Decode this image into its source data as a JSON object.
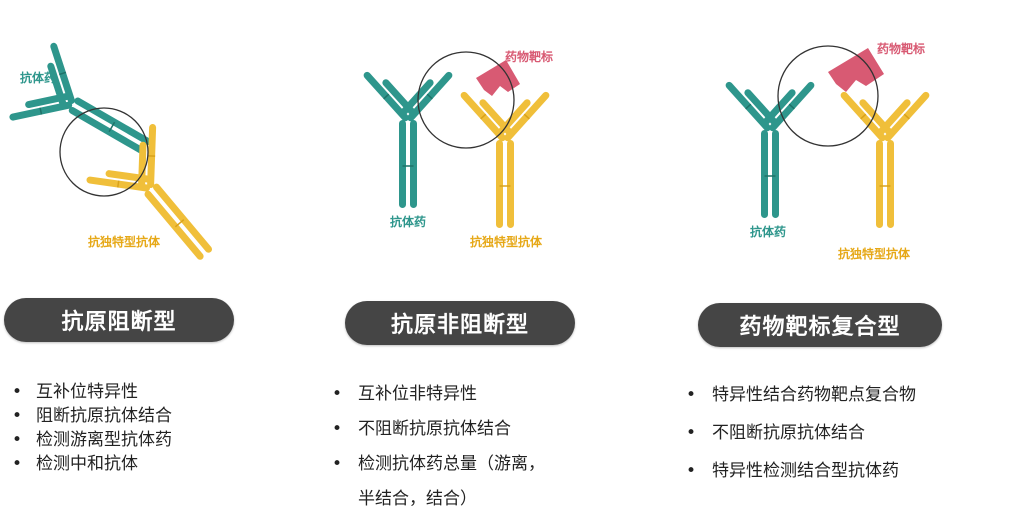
{
  "panels": [
    {
      "title": "抗原阻断型",
      "labels": {
        "drug": "抗体药",
        "anti_idiotype": "抗独特型抗体"
      },
      "bullets": [
        "互补位特异性",
        "阻断抗原抗体结合",
        "检测游离型抗体药",
        "检测中和抗体"
      ]
    },
    {
      "title": "抗原非阻断型",
      "labels": {
        "target": "药物靶标",
        "drug": "抗体药",
        "anti_idiotype": "抗独特型抗体"
      },
      "bullets": [
        "互补位非特异性",
        "不阻断抗原抗体结合",
        "检测抗体药总量（游离，",
        "半结合，结合）"
      ]
    },
    {
      "title": "药物靶标复合型",
      "labels": {
        "target": "药物靶标",
        "drug": "抗体药",
        "anti_idiotype": "抗独特型抗体"
      },
      "bullets": [
        "特异性结合药物靶点复合物",
        "不阻断抗原抗体结合",
        "特异性检测结合型抗体药"
      ]
    }
  ],
  "colors": {
    "teal": "#2e968c",
    "teal_dark": "#1e7268",
    "yellow": "#f0bf3a",
    "yellow_dark": "#d9a21a",
    "target": "#d85a73",
    "pill_bg": "#454545"
  }
}
